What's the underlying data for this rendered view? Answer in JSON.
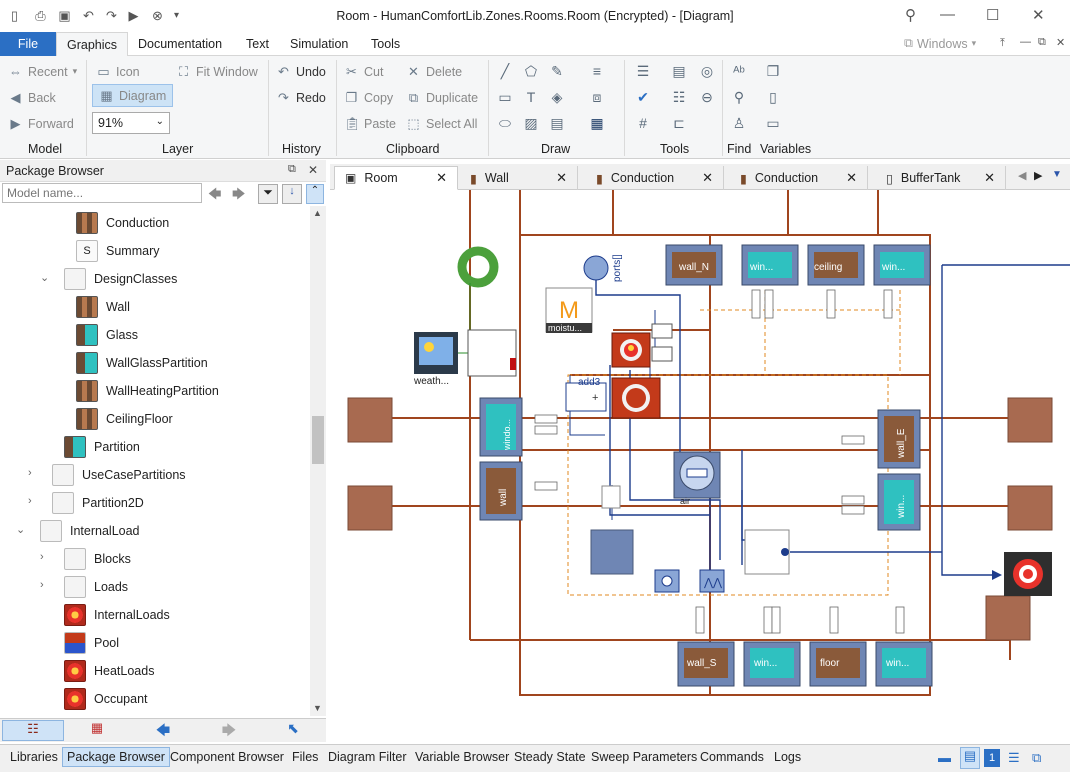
{
  "window": {
    "title": "Room - HumanComfortLib.Zones.Rooms.Room  (Encrypted) - [Diagram]",
    "windows_label": "Windows"
  },
  "menu": {
    "file": "File",
    "tabs": [
      "Graphics",
      "Documentation",
      "Text",
      "Simulation",
      "Tools"
    ]
  },
  "ribbon": {
    "model": {
      "recent": "Recent",
      "back": "Back",
      "forward": "Forward",
      "group": "Model"
    },
    "layer": {
      "icon": "Icon",
      "fit": "Fit Window",
      "diagram": "Diagram",
      "zoom": "91%",
      "group": "Layer"
    },
    "history": {
      "undo": "Undo",
      "redo": "Redo",
      "group": "History"
    },
    "clipboard": {
      "cut": "Cut",
      "delete": "Delete",
      "copy": "Copy",
      "duplicate": "Duplicate",
      "paste": "Paste",
      "select_all": "Select All",
      "group": "Clipboard"
    },
    "draw": {
      "group": "Draw"
    },
    "tools": {
      "group": "Tools"
    },
    "find": {
      "group": "Find"
    },
    "variables": {
      "group": "Variables"
    }
  },
  "package_browser": {
    "title": "Package Browser",
    "search_placeholder": "Model name...",
    "items": [
      {
        "label": "Conduction",
        "icon": "wall"
      },
      {
        "label": "Summary",
        "icon": "summary"
      },
      {
        "label": "DesignClasses",
        "icon": "pkg"
      },
      {
        "label": "Wall",
        "icon": "wall"
      },
      {
        "label": "Glass",
        "icon": "glass"
      },
      {
        "label": "WallGlassPartition",
        "icon": "glass"
      },
      {
        "label": "WallHeatingPartition",
        "icon": "wall"
      },
      {
        "label": "CeilingFloor",
        "icon": "wall"
      },
      {
        "label": "Partition",
        "icon": "glass"
      },
      {
        "label": "UseCasePartitions",
        "icon": "pkg"
      },
      {
        "label": "Partition2D",
        "icon": "pkg"
      },
      {
        "label": "InternalLoad",
        "icon": "pkg"
      },
      {
        "label": "Blocks",
        "icon": "pkg"
      },
      {
        "label": "Loads",
        "icon": "pkg"
      },
      {
        "label": "InternalLoads",
        "icon": "heat"
      },
      {
        "label": "Pool",
        "icon": "pool"
      },
      {
        "label": "HeatLoads",
        "icon": "heat"
      },
      {
        "label": "Occupant",
        "icon": "heat"
      }
    ]
  },
  "doc_tabs": [
    "Room",
    "Wall",
    "Conduction",
    "Conduction",
    "BufferTank"
  ],
  "diagram": {
    "labels": {
      "weather": "weath...",
      "moisture": "moistu...",
      "ports": "ports[]",
      "add": "add3",
      "wall_n": "wall_N",
      "win1": "win...",
      "ceiling": "ceiling",
      "win2": "win...",
      "wall_s": "wall_S",
      "win3": "win...",
      "floor": "floor",
      "win4": "win...",
      "wall_w": "wall",
      "win_w": "windo...",
      "wall_e": "wall_E",
      "win_e": "win...",
      "air": "air",
      "m_letter": "M"
    }
  },
  "bottom_tabs": [
    "Libraries",
    "Package Browser",
    "Component Browser",
    "Files",
    "Diagram Filter",
    "Variable Browser",
    "Steady State",
    "Sweep Parameters",
    "Commands",
    "Logs"
  ]
}
